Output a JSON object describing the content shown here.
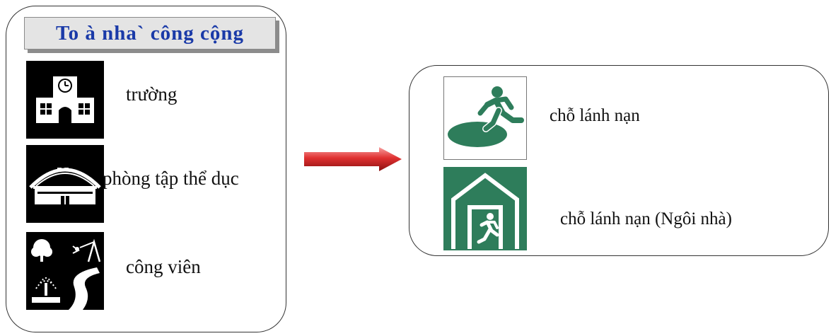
{
  "left": {
    "title": "To à nha` công cộng",
    "items": [
      {
        "label": "trường",
        "icon": "school-icon"
      },
      {
        "label": "phòng tập thể dục",
        "icon": "gymnasium-icon"
      },
      {
        "label": "công viên",
        "icon": "park-icon"
      }
    ]
  },
  "right": {
    "items": [
      {
        "label": "chỗ lánh nạn",
        "icon": "evacuation-area-icon"
      },
      {
        "label": "chỗ lánh nạn (Ngôi nhà)",
        "icon": "evacuation-shelter-icon"
      }
    ]
  },
  "colors": {
    "title": "#1a3aa8",
    "sign_green": "#2e7d5b",
    "arrow_red": "#e03030",
    "icon_black": "#000000"
  }
}
